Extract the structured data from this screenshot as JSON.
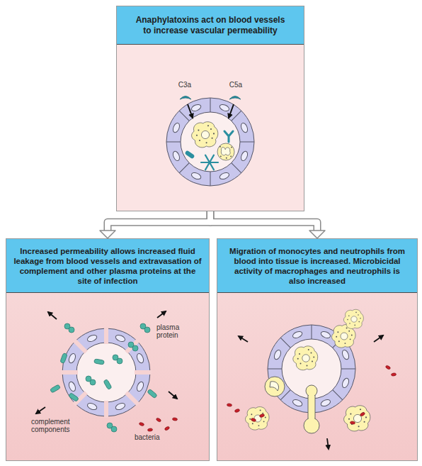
{
  "diagram": {
    "nodes": [
      {
        "text": [
          "Anaphylatoxins act on blood vessels to increase vascular permeability"
        ]
      },
      {
        "text": [
          "Increased permeability allows increased fluid leakage from blood vessels and extravasation of complement and other plasma proteins at the site of infection"
        ]
      },
      {
        "text": [
          "Migration of monocytes and neutrophils from blood into tissue is increased. Microbicidal activity of macrophages and neutrophils is also increased"
        ]
      }
    ],
    "edges": [
      {
        "from": 0,
        "to": 1,
        "arrow": "to"
      },
      {
        "from": 0,
        "to": 2,
        "arrow": "to"
      }
    ],
    "labels": [
      "C3a",
      "C5a",
      "plasma protein",
      "complement components",
      "bacteria"
    ]
  }
}
